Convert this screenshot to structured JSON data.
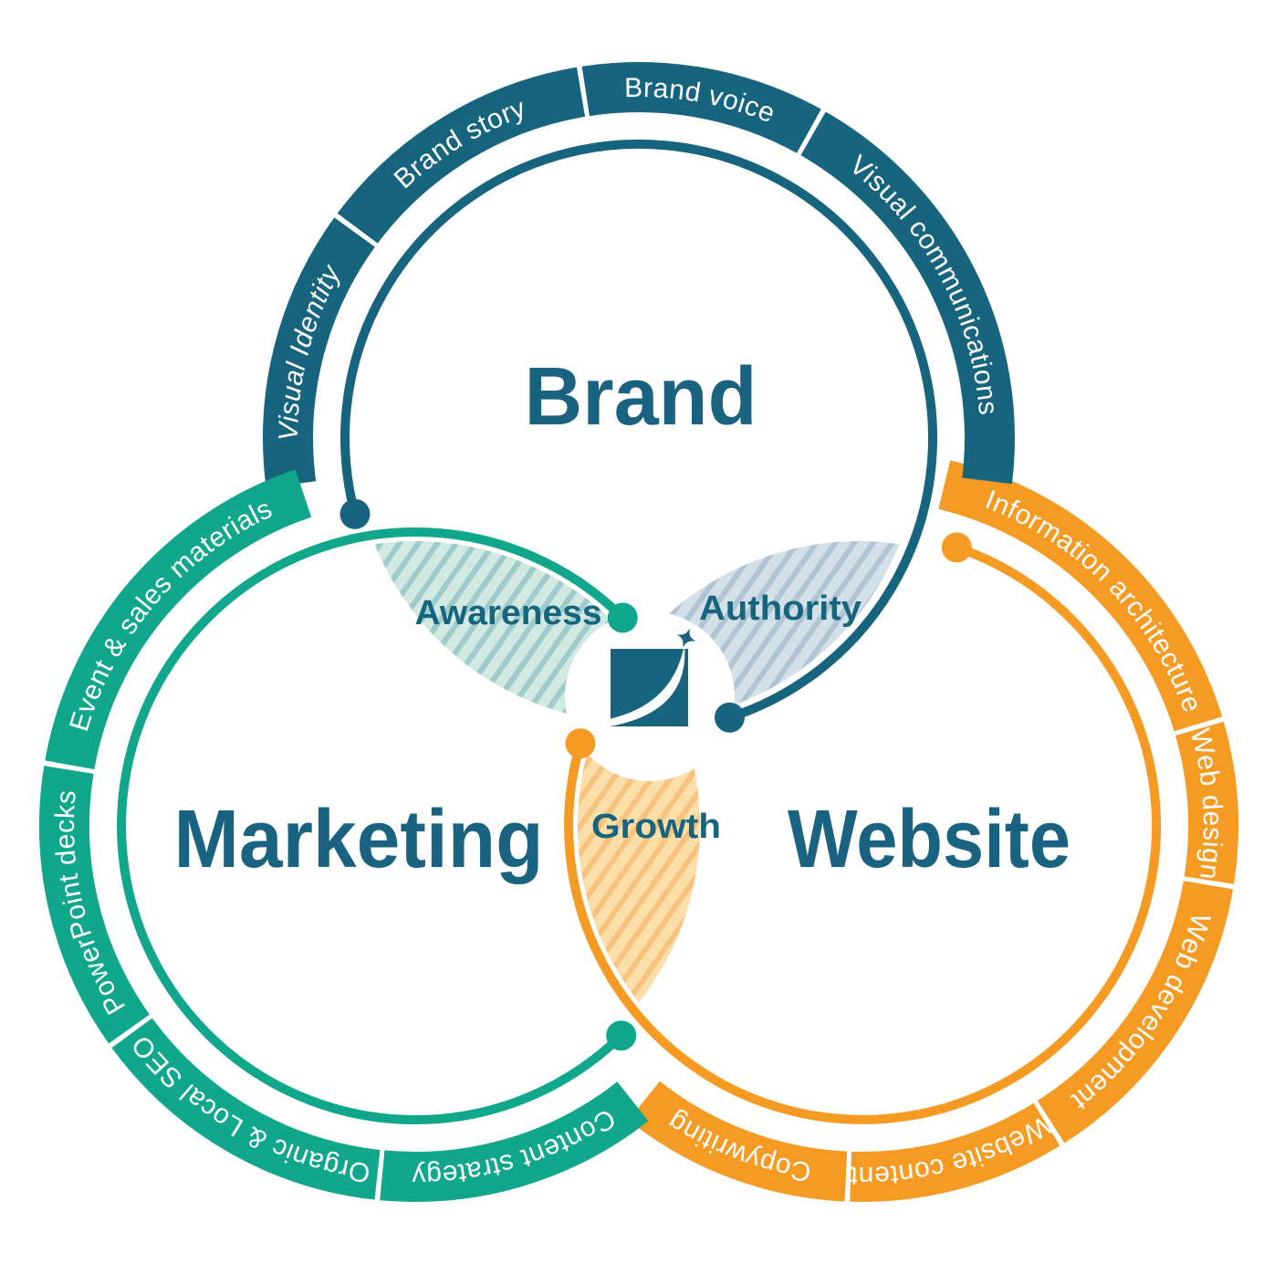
{
  "brand": {
    "title": "Brand",
    "arc_labels": {
      "visual_identity": "Visual Identity",
      "brand_story": "Brand story",
      "brand_voice": "Brand voice",
      "visual_communications": "Visual communications"
    }
  },
  "marketing": {
    "title": "Marketing",
    "arc_labels": {
      "event_sales": "Event & sales materials",
      "powerpoint": "PowerPoint decks",
      "organic_seo": "Organic & Local SEO",
      "content_strategy": "Content strategy"
    }
  },
  "website": {
    "title": "Website",
    "arc_labels": {
      "information_architecture": "Information architecture",
      "web_design": "Web design",
      "web_development": "Web development",
      "website_content": "Website content",
      "copywriting": "Copywriting"
    }
  },
  "overlaps": {
    "awareness": "Awareness",
    "authority": "Authority",
    "growth": "Growth"
  },
  "colors": {
    "brand": "#16647e",
    "marketing": "#10a78c",
    "website": "#f59b23",
    "title_text": "#1a6380",
    "overlap_text": "#16647e",
    "awareness_bg": "#d2e9e2",
    "awareness_stripe": "#9ecbcc",
    "authority_bg": "#d3e0e8",
    "authority_stripe": "#b0c4d4",
    "growth_bg": "#fcdea9",
    "growth_stripe": "#f7c37e"
  }
}
